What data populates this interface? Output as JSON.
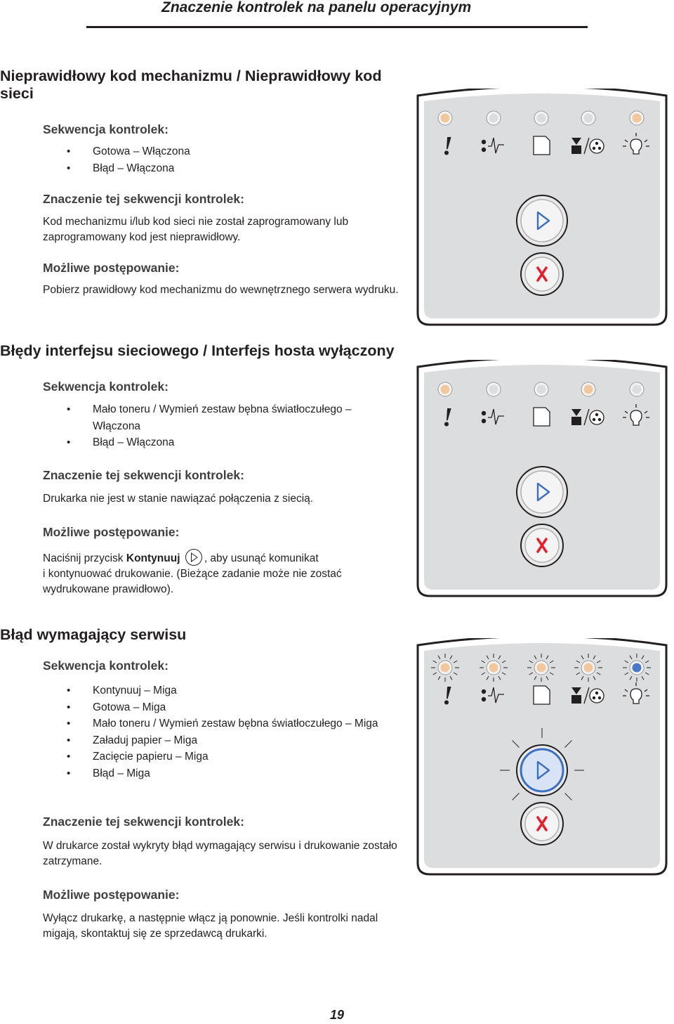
{
  "header": {
    "title": "Znaczenie kontrolek na panelu operacyjnym"
  },
  "sections": [
    {
      "title": "Nieprawidłowy kod mechanizmu / Nieprawidłowy kod sieci",
      "sequence_heading": "Sekwencja kontrolek:",
      "sequence": [
        "Gotowa – Włączona",
        "Błąd – Włączona"
      ],
      "meaning_heading": "Znaczenie tej sekwencji kontrolek:",
      "meaning": "Kod mechanizmu i/lub kod sieci nie został zaprogramowany lub zaprogramowany kod jest nieprawidłowy.",
      "action_heading": "Możliwe postępowanie:",
      "action": "Pobierz prawidłowy kod mechanizmu do wewnętrznego serwera wydruku.",
      "panel": {
        "lights": [
          "on-ready",
          "off",
          "off",
          "off",
          "on"
        ],
        "continue": "off"
      }
    },
    {
      "title": "Błędy interfejsu sieciowego / Interfejs hosta wyłączony",
      "sequence_heading": "Sekwencja kontrolek:",
      "sequence": [
        "Mało toneru / Wymień zestaw bębna światłoczułego – Włączona",
        "Błąd – Włączona"
      ],
      "meaning_heading": "Znaczenie tej sekwencji kontrolek:",
      "meaning": "Drukarka nie jest w stanie nawiązać połączenia z siecią.",
      "action_heading": "Możliwe postępowanie:",
      "action_prefix": "Naciśnij przycisk",
      "action_button": "Kontynuuj",
      "action_suffix": ", aby usunąć komunikat",
      "action_rest": "i kontynuować drukowanie. (Bieżące zadanie może nie zostać wydrukowane prawidłowo).",
      "panel": {
        "lights": [
          "on",
          "off",
          "off",
          "on",
          "off"
        ],
        "continue": "off"
      }
    },
    {
      "title": "Błąd wymagający serwisu",
      "sequence_heading": "Sekwencja kontrolek:",
      "sequence": [
        "Kontynuuj – Miga",
        "Gotowa – Miga",
        "Mało toneru / Wymień zestaw bębna światłoczułego – Miga",
        "Załaduj papier – Miga",
        "Zacięcie papieru – Miga",
        "Błąd – Miga"
      ],
      "meaning_heading": "Znaczenie tej sekwencji kontrolek:",
      "meaning": "W drukarce został wykryty błąd wymagający serwisu i drukowanie zostało zatrzymane.",
      "action_heading": "Możliwe postępowanie:",
      "action": "Wyłącz drukarkę, a następnie włącz ją ponownie. Jeśli kontrolki nadal migają, skontaktuj się ze sprzedawcą drukarki.",
      "panel": {
        "lights": [
          "blink",
          "blink",
          "blink",
          "blink",
          "blink-blue"
        ],
        "continue": "blink"
      }
    }
  ],
  "panel_icons": [
    "error-icon",
    "paper-jam-icon",
    "load-paper-icon",
    "toner-icon",
    "ready-icon",
    "continue-button-icon",
    "cancel-button-icon"
  ],
  "colors": {
    "light_on": "#f2c79b",
    "light_off": "#dcdddf",
    "ready_blue": "#4a78c8",
    "cancel_red": "#e3202e",
    "continue_blue": "#3a6fc4"
  },
  "page_number": "19"
}
